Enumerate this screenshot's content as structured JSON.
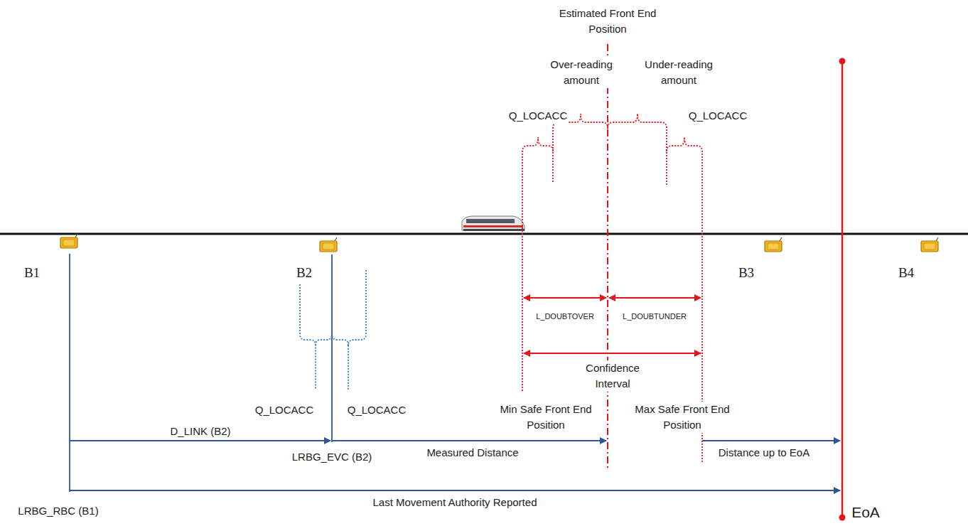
{
  "diagram": {
    "labels": [
      "Estimated Front End Position",
      "Over-reading amount",
      "Under-reading amount",
      "Q_LOCACC",
      "Q_LOCACC",
      "B1",
      "B2",
      "B3",
      "B4",
      "L_DOUBTOVER",
      "L_DOUBTUNDER",
      "Confidence Interval",
      "Q_LOCACC",
      "Q_LOCACC",
      "Min Safe Front End Position",
      "Max Safe Front End Position",
      "D_LINK (B2)",
      "Measured Distance",
      "Distance up to EoA",
      "LRBG_EVC (B2)",
      "Last Movement Authority Reported",
      "LRBG_RBC (B1)",
      "EoA"
    ]
  }
}
